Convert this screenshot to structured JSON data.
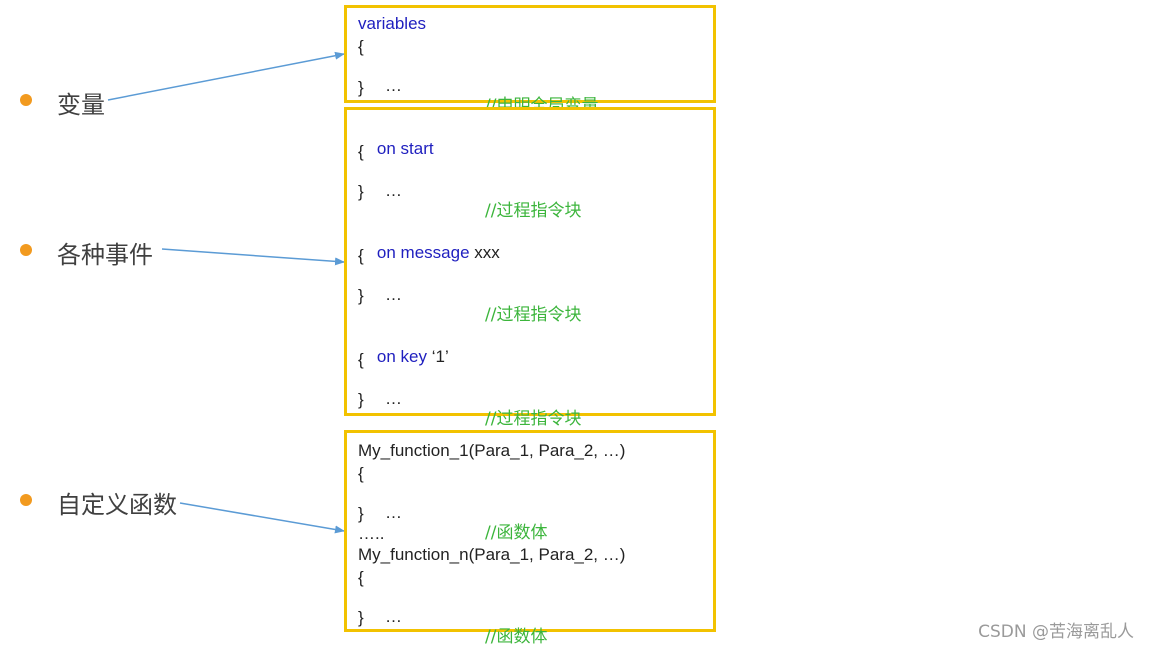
{
  "labels": {
    "variables": "变量",
    "events": "各种事件",
    "functions": "自定义函数"
  },
  "box_variables": {
    "keyword": "variables",
    "open": "{",
    "dots": "…",
    "comment": "//申明全局变量",
    "close": "}"
  },
  "box_events": {
    "on_start": {
      "keyword": "on start",
      "rest": "",
      "open": "{",
      "dots": "…",
      "comment": "//过程指令块",
      "close": "}"
    },
    "on_message": {
      "keyword": "on message",
      "rest": " xxx",
      "open": "{",
      "dots": "…",
      "comment": "//过程指令块",
      "close": "}"
    },
    "on_key": {
      "keyword": "on key",
      "rest": " ‘1’",
      "open": "{",
      "dots": "…",
      "comment": "//过程指令块",
      "close": "}"
    }
  },
  "box_functions": {
    "f1_sig": "My_function_1(Para_1, Para_2, …)",
    "f1_open": "{",
    "f1_dots": "…",
    "f1_comment": "//函数体",
    "f1_close": "}",
    "ellipsis": "…..",
    "fn_sig": "My_function_n(Para_1, Para_2, …)",
    "fn_open": "{",
    "fn_dots": "…",
    "fn_comment": "//函数体",
    "fn_close": "}"
  },
  "watermark": "CSDN @苦海离乱人",
  "colors": {
    "bullet": "#f29a1f",
    "box_border": "#f2c200",
    "keyword": "#1f1fbf",
    "comment": "#3cb53c",
    "arrow": "#5b9bd5"
  }
}
